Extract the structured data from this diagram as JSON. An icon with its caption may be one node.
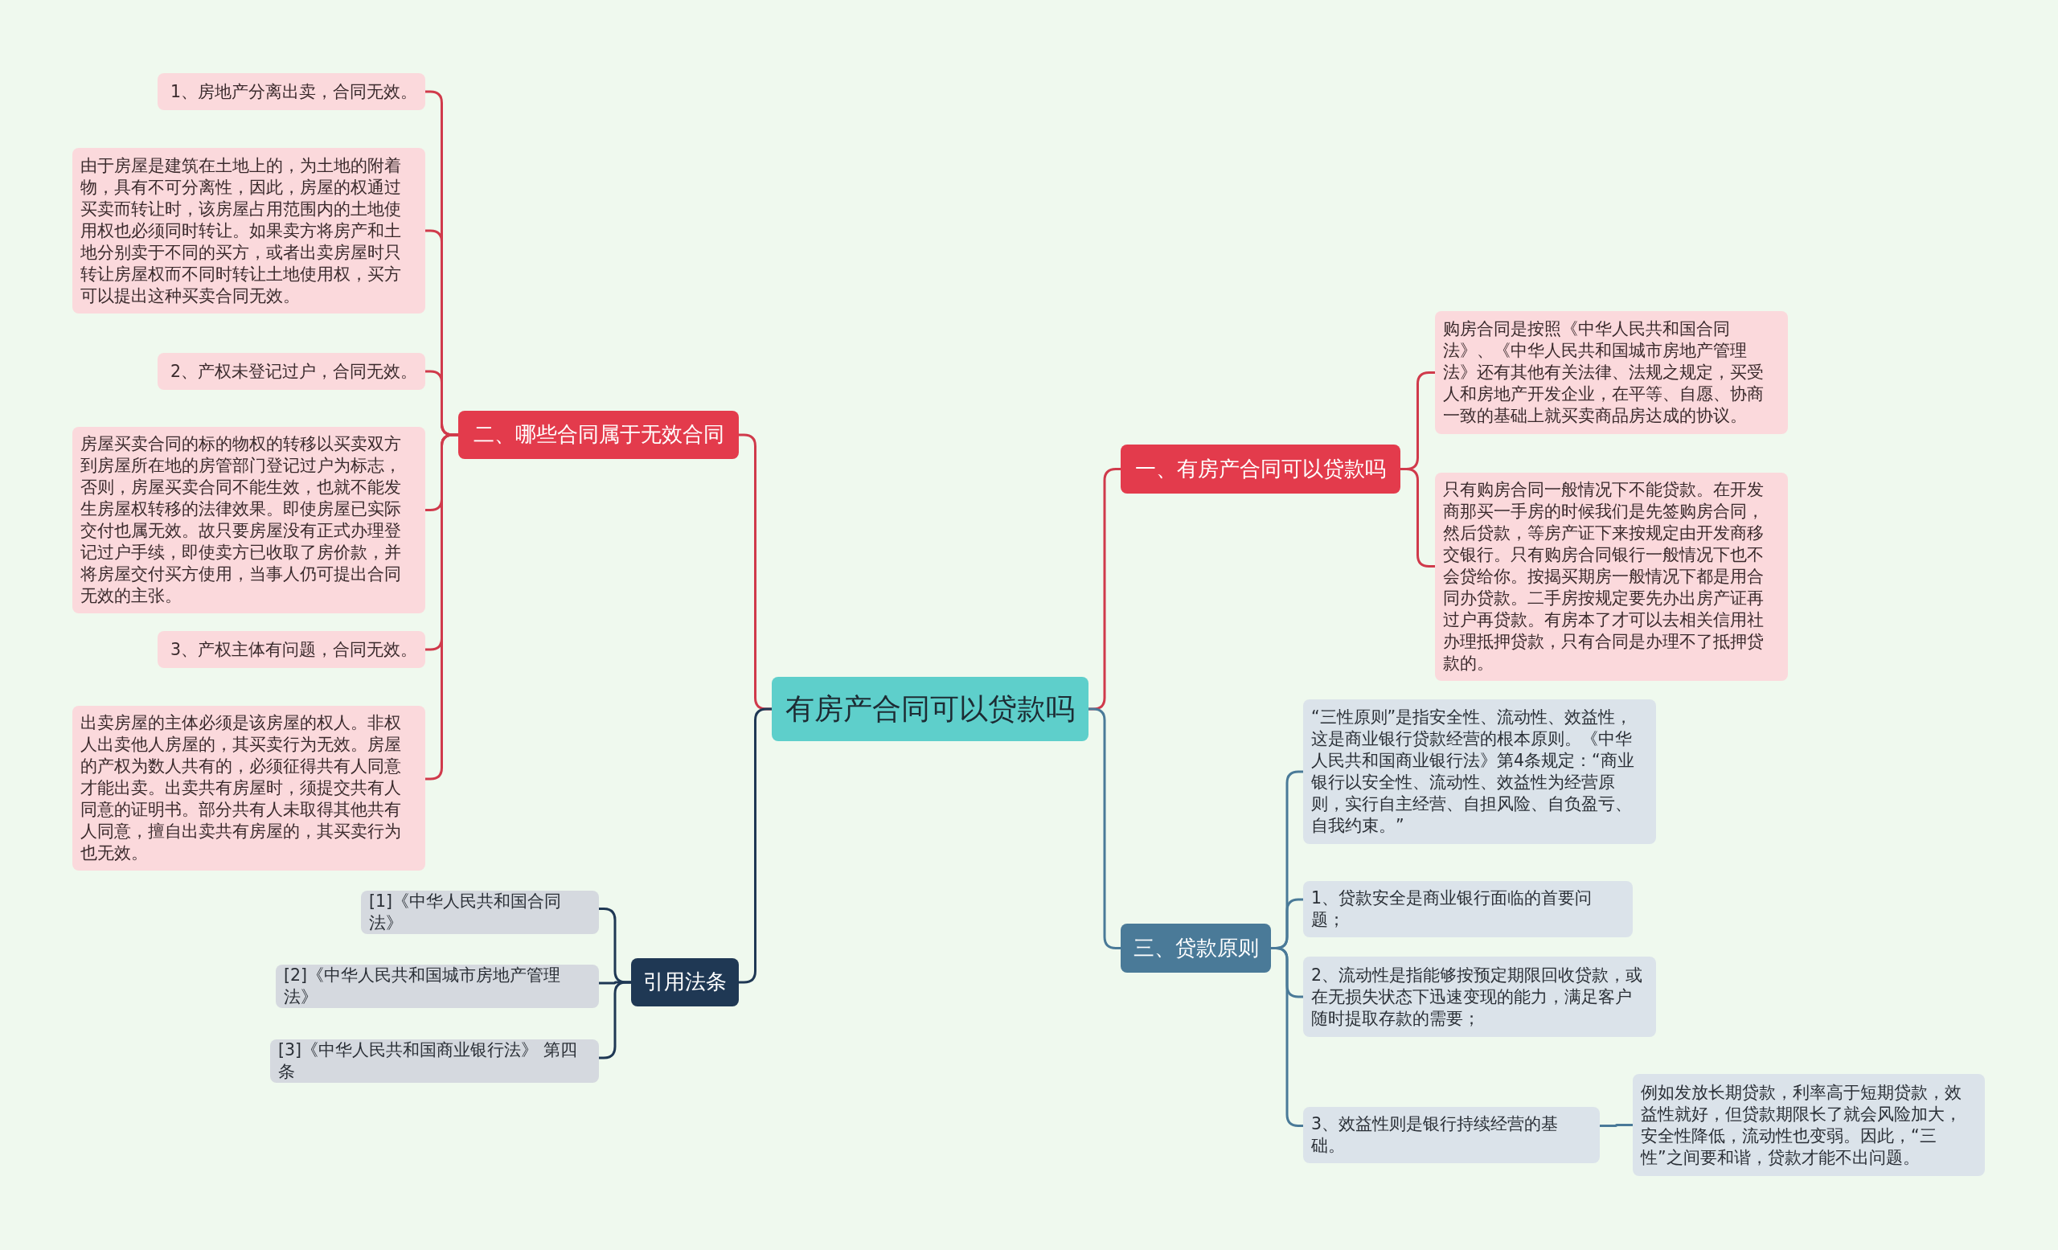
{
  "diagram": {
    "nodes": [
      {
        "text": [
          "有房产合同可以贷款吗"
        ]
      },
      {
        "text": [
          "一、有房产合同可以贷款吗"
        ]
      },
      {
        "text": [
          "购房合同是按照《中华人民共和国合同法》、《中华人民共和国城市房地产管理法》还有其他有关法律、法规之规定，买受人和房地产开发企业，在平等、自愿、协商一致的基础上就买卖商品房达成的协议。"
        ]
      },
      {
        "text": [
          "只有购房合同一般情况下不能贷款。在开发商那买一手房的时候我们是先签购房合同，然后贷款，等房产证下来按规定由开发商移交银行。只有购房合同银行一般情况下也不会贷给你。按揭买期房一般情况下都是用合同办贷款。二手房按规定要先办出房产证再过户再贷款。有房本了才可以去相关信用社办理抵押贷款，只有合同是办理不了抵押贷款的。"
        ]
      },
      {
        "text": [
          "二、哪些合同属于无效合同"
        ]
      },
      {
        "text": [
          "1、房地产分离出卖，合同无效。"
        ]
      },
      {
        "text": [
          "由于房屋是建筑在土地上的，为土地的附着物，具有不可分离性，因此，房屋的权通过买卖而转让时，该房屋占用范围内的土地使用权也必须同时转让。如果卖方将房产和土地分别卖于不同的买方，或者出卖房屋时只转让房屋权而不同时转让土地使用权，买方可以提出这种买卖合同无效。"
        ]
      },
      {
        "text": [
          "2、产权未登记过户，合同无效。"
        ]
      },
      {
        "text": [
          "房屋买卖合同的标的物权的转移以买卖双方到房屋所在地的房管部门登记过户为标志，否则，房屋买卖合同不能生效，也就不能发生房屋权转移的法律效果。即使房屋已实际交付也属无效。故只要房屋没有正式办理登记过户手续，即使卖方已收取了房价款，并将房屋交付买方使用，当事人仍可提出合同无效的主张。"
        ]
      },
      {
        "text": [
          "3、产权主体有问题，合同无效。"
        ]
      },
      {
        "text": [
          "出卖房屋的主体必须是该房屋的权人。非权人出卖他人房屋的，其买卖行为无效。房屋的产权为数人共有的，必须征得共有人同意才能出卖。出卖共有房屋时，须提交共有人同意的证明书。部分共有人未取得其他共有人同意，擅自出卖共有房屋的，其买卖行为也无效。"
        ]
      },
      {
        "text": [
          "引用法条"
        ]
      },
      {
        "text": [
          "[1]《中华人民共和国合同法》"
        ]
      },
      {
        "text": [
          "[2]《中华人民共和国城市房地产管理法》"
        ]
      },
      {
        "text": [
          "[3]《中华人民共和国商业银行法》 第四条"
        ]
      },
      {
        "text": [
          "三、贷款原则"
        ]
      },
      {
        "text": [
          "“三性原则”是指安全性、流动性、效益性，这是商业银行贷款经营的根本原则。《中华人民共和国商业银行法》第4条规定：“商业银行以安全性、流动性、效益性为经营原则，实行自主经营、自担风险、自负盈亏、自我约束。”"
        ]
      },
      {
        "text": [
          "1、贷款安全是商业银行面临的首要问题；"
        ]
      },
      {
        "text": [
          "2、流动性是指能够按预定期限回收贷款，或在无损失状态下迅速变现的能力，满足客户随时提取存款的需要；"
        ]
      },
      {
        "text": [
          "3、效益性则是银行持续经营的基础。"
        ]
      },
      {
        "text": [
          "例如发放长期贷款，利率高于短期贷款，效益性就好，但贷款期限长了就会风险加大，安全性降低，流动性也变弱。因此，“三性”之间要和谐，贷款才能不出问题。"
        ]
      }
    ],
    "edges": [
      {
        "from": 0,
        "to": 1,
        "arrow": "none"
      },
      {
        "from": 1,
        "to": 2,
        "arrow": "none"
      },
      {
        "from": 1,
        "to": 3,
        "arrow": "none"
      },
      {
        "from": 0,
        "to": 4,
        "arrow": "none"
      },
      {
        "from": 4,
        "to": 5,
        "arrow": "none"
      },
      {
        "from": 4,
        "to": 6,
        "arrow": "none"
      },
      {
        "from": 4,
        "to": 7,
        "arrow": "none"
      },
      {
        "from": 4,
        "to": 8,
        "arrow": "none"
      },
      {
        "from": 4,
        "to": 9,
        "arrow": "none"
      },
      {
        "from": 4,
        "to": 10,
        "arrow": "none"
      },
      {
        "from": 0,
        "to": 11,
        "arrow": "none",
        "color": "#1f3854"
      },
      {
        "from": 11,
        "to": 12,
        "arrow": "none",
        "color": "#1f3854"
      },
      {
        "from": 11,
        "to": 13,
        "arrow": "none",
        "color": "#1f3854"
      },
      {
        "from": 11,
        "to": 14,
        "arrow": "none",
        "color": "#1f3854"
      },
      {
        "from": 0,
        "to": 15,
        "arrow": "none",
        "color": "#4a7a98"
      },
      {
        "from": 15,
        "to": 16,
        "arrow": "none",
        "color": "#4a7a98"
      },
      {
        "from": 15,
        "to": 17,
        "arrow": "none",
        "color": "#4a7a98"
      },
      {
        "from": 15,
        "to": 18,
        "arrow": "none",
        "color": "#4a7a98"
      },
      {
        "from": 15,
        "to": 19,
        "arrow": "none",
        "color": "#4a7a98"
      },
      {
        "from": 19,
        "to": 20,
        "arrow": "none",
        "color": "#4a7a98"
      }
    ]
  }
}
